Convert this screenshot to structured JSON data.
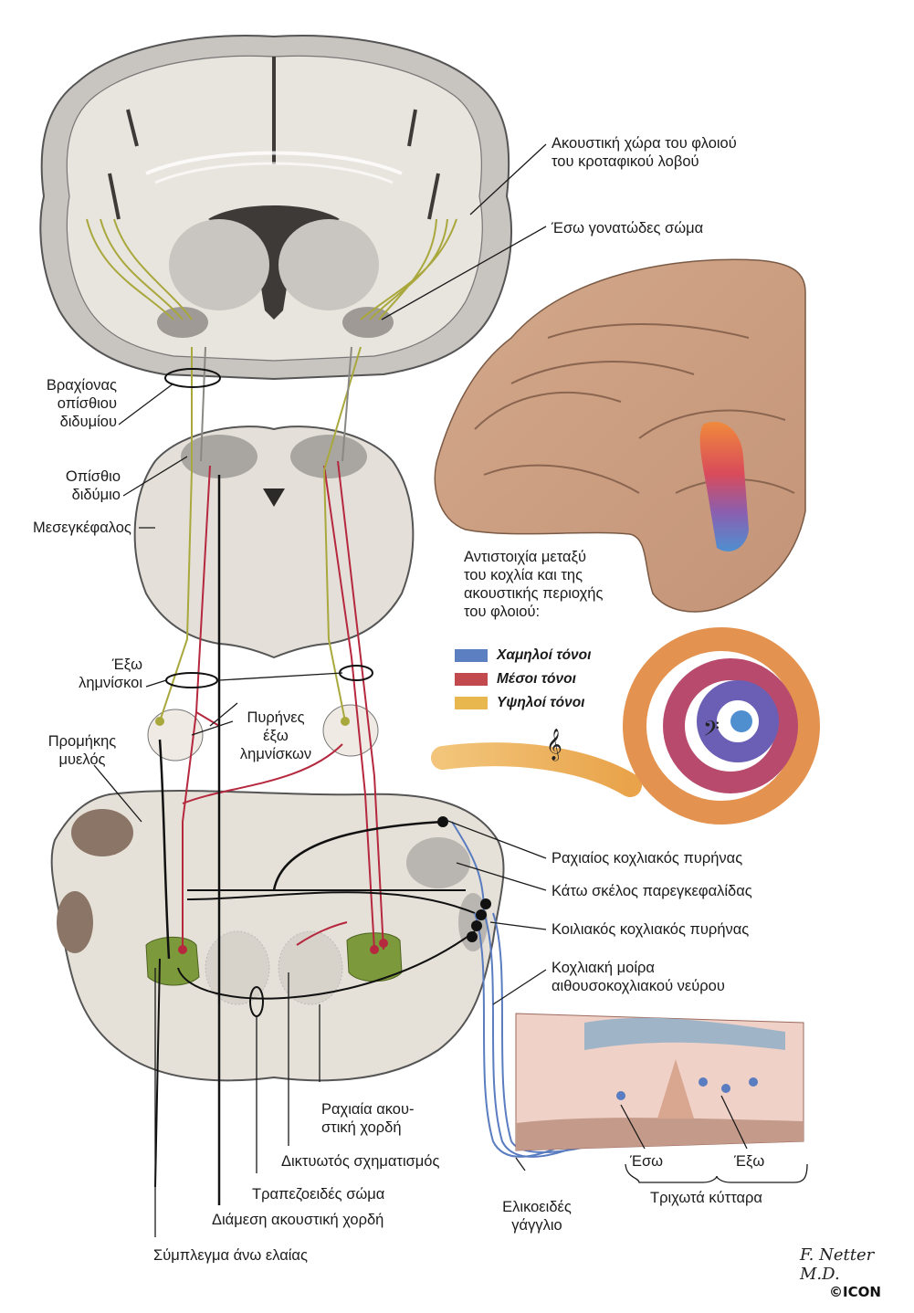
{
  "labels": {
    "auditory_cortex": [
      "Ακουστική χώρα του φλοιού",
      "του κροταφικού λοβού"
    ],
    "lateral_geniculate": [
      "Έσω γονατώδες σώμα"
    ],
    "brachium_inferior_colliculus": [
      "Βραχίονας",
      "οπίσθιου",
      "διδυμίου"
    ],
    "inferior_colliculus": [
      "Οπίσθιο",
      "διδύμιο"
    ],
    "midbrain": [
      "Μεσεγκέφαλος"
    ],
    "correspondence": [
      "Αντιστοιχία μεταξύ",
      "του κοχλία και της",
      "ακουστικής περιοχής",
      "του φλοιού:"
    ],
    "lateral_lemnisci": [
      "Έξω",
      "λημνίσκοι"
    ],
    "lemniscus_nuclei": [
      "Πυρήνες",
      "έξω",
      "λημνίσκων"
    ],
    "medulla": [
      "Προμήκης",
      "μυελός"
    ],
    "dorsal_cochlear_nucleus": [
      "Ραχιαίος κοχλιακός πυρήνας"
    ],
    "inferior_cerebellar_peduncle": [
      "Κάτω σκέλος παρεγκεφαλίδας"
    ],
    "ventral_cochlear_nucleus": [
      "Κοιλιακός κοχλιακός πυρήνας"
    ],
    "cochlear_nerve": [
      "Κοχλιακή μοίρα",
      "αιθουσοκοχλιακού νεύρου"
    ],
    "dorsal_acoustic_stria": [
      "Ραχιαία ακου-",
      "στική χορδή"
    ],
    "reticular_formation": [
      "Δικτυωτός σχηματισμός"
    ],
    "trapezoid_body": [
      "Τραπεζοειδές σώμα"
    ],
    "intermediate_acoustic_stria": [
      "Διάμεση ακουστική χορδή"
    ],
    "superior_olivary_complex": [
      "Σύμπλεγμα άνω ελαίας"
    ],
    "spiral_ganglion": [
      "Ελικοειδές",
      "γάγγλιο"
    ],
    "inner": [
      "Έσω"
    ],
    "outer": [
      "Έξω"
    ],
    "hair_cells": [
      "Τριχωτά κύτταρα"
    ]
  },
  "legend": [
    {
      "label": "Χαμηλοί τόνοι",
      "color": "#5b7fc0"
    },
    {
      "label": "Μέσοι τόνοι",
      "color": "#c24a4e"
    },
    {
      "label": "Υψηλοί τόνοι",
      "color": "#e8b84e"
    }
  ],
  "signature": {
    "name": "F. Netter M.D.",
    "copyright": "©ICON"
  },
  "colors": {
    "tissue": "#e6e1d8",
    "gray_matter": "#a9a5a0",
    "olive_nucleus": "#7c9a3c",
    "red_path": "#b5283e",
    "yellow_path": "#a9a83c",
    "blue_path": "#5a7cc0",
    "black_path": "#111111"
  }
}
